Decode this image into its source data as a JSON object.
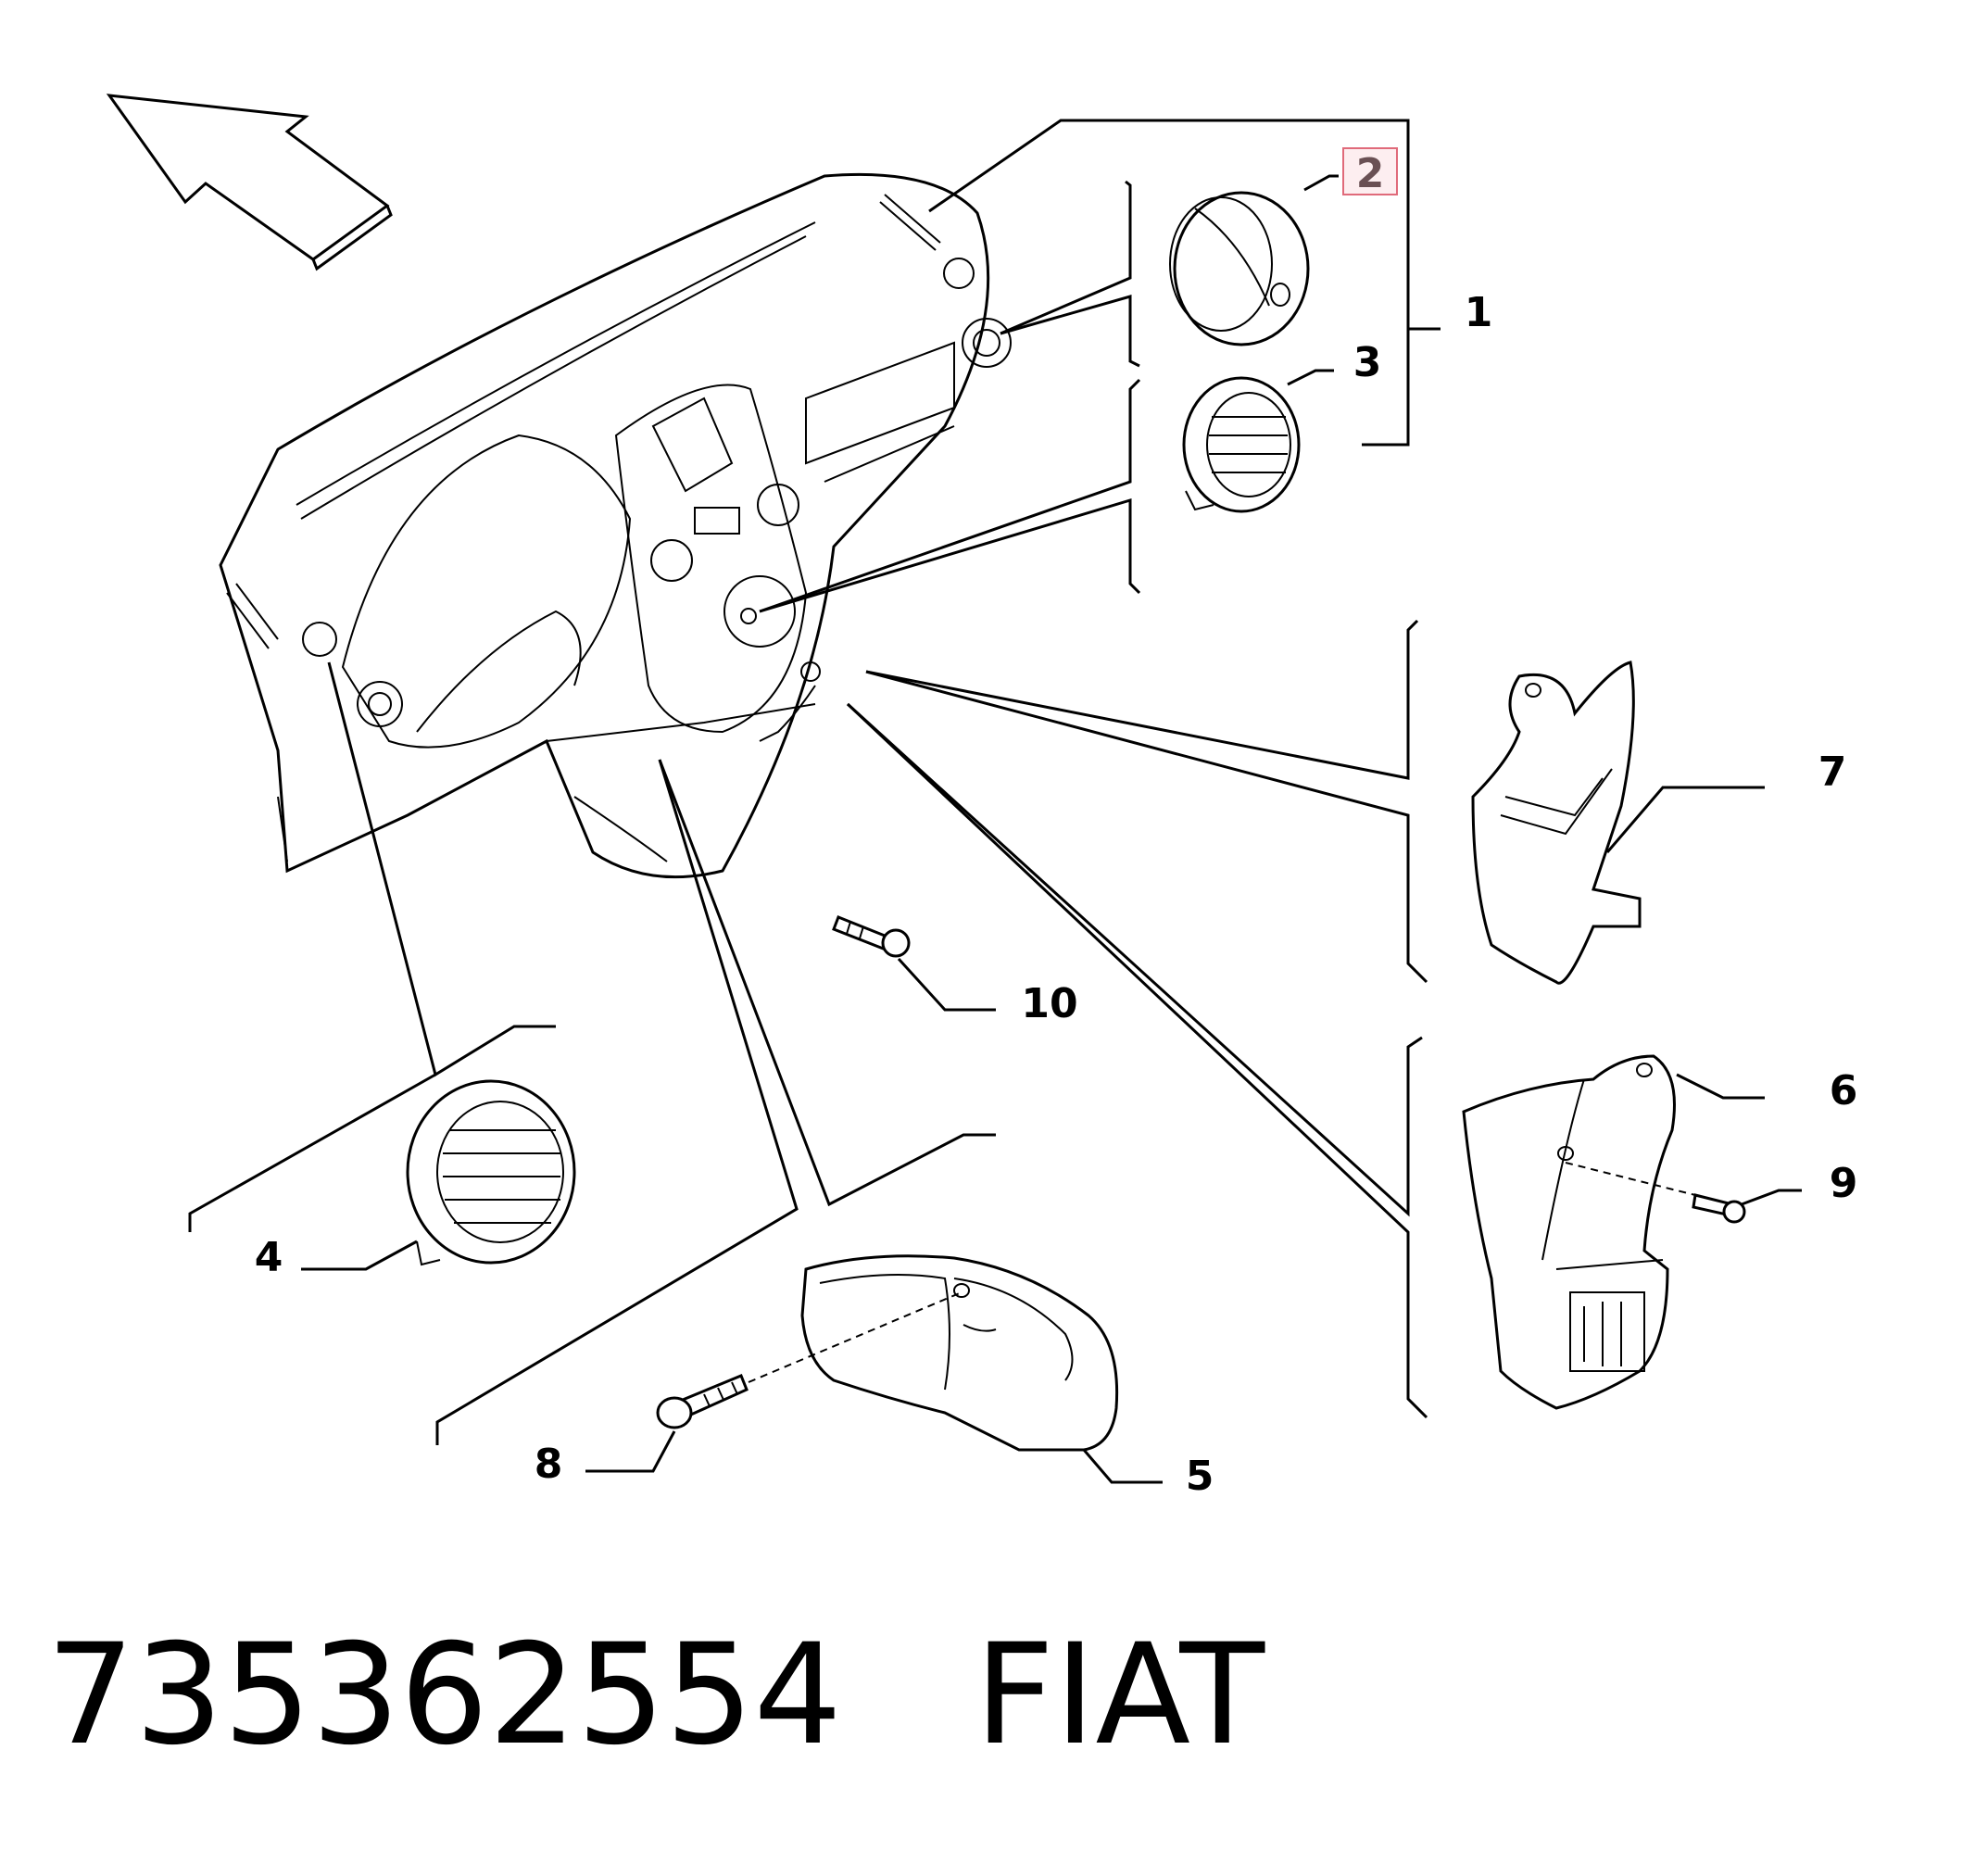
{
  "callouts": [
    {
      "id": "1",
      "text": "1"
    },
    {
      "id": "2",
      "text": "2",
      "highlighted": true,
      "highlight_color": "#e06a7a"
    },
    {
      "id": "3",
      "text": "3"
    },
    {
      "id": "4",
      "text": "4"
    },
    {
      "id": "5",
      "text": "5"
    },
    {
      "id": "6",
      "text": "6"
    },
    {
      "id": "7",
      "text": "7"
    },
    {
      "id": "8",
      "text": "8"
    },
    {
      "id": "9",
      "text": "9"
    },
    {
      "id": "10",
      "text": "10"
    }
  ],
  "caption": {
    "part_number": "735362554",
    "brand": "FIAT"
  },
  "icons": {
    "direction_arrow": "forward-direction-arrow-icon"
  }
}
